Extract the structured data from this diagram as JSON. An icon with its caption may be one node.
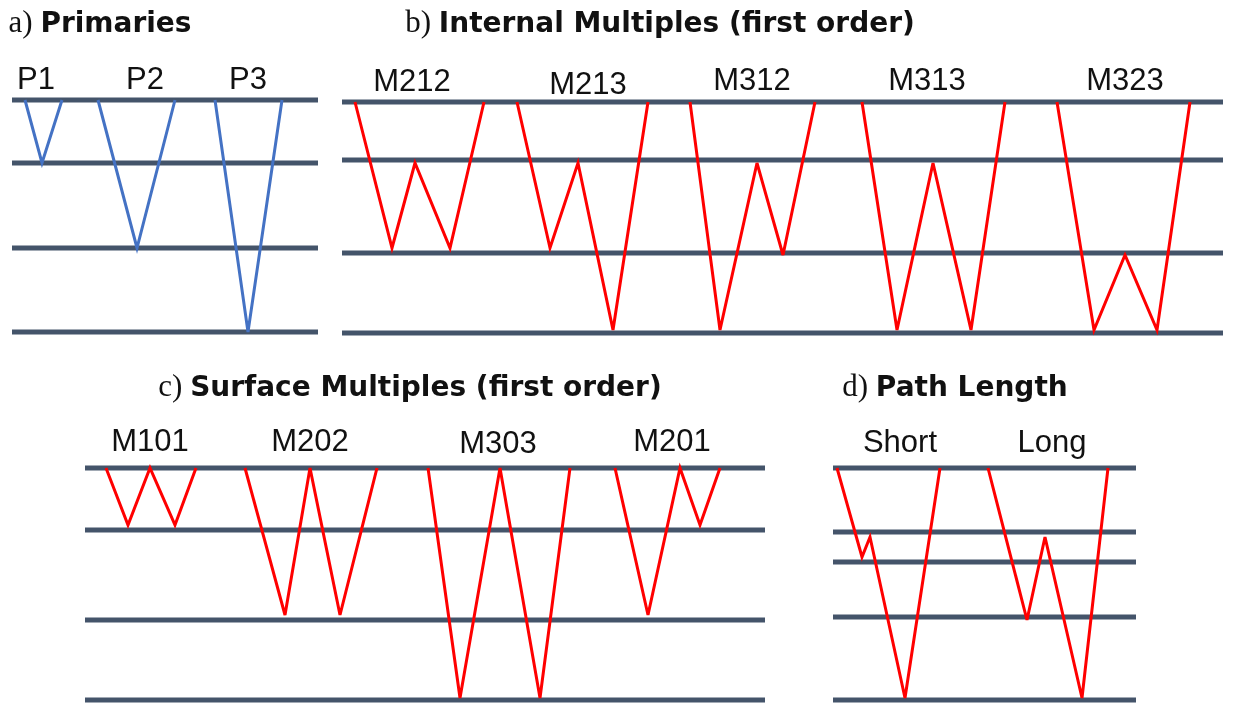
{
  "diagram": {
    "labels": [
      "a) **Primaries**",
      "b) **Internal Multiples (first order)**",
      "P1",
      "P2",
      "P3",
      "M212",
      "M213",
      "M312",
      "M313",
      "M323",
      "c) **Surface Multiples (first order)**",
      "d) **Path Length**",
      "M101",
      "M202",
      "M303",
      "M201",
      "Short",
      "Long"
    ]
  }
}
